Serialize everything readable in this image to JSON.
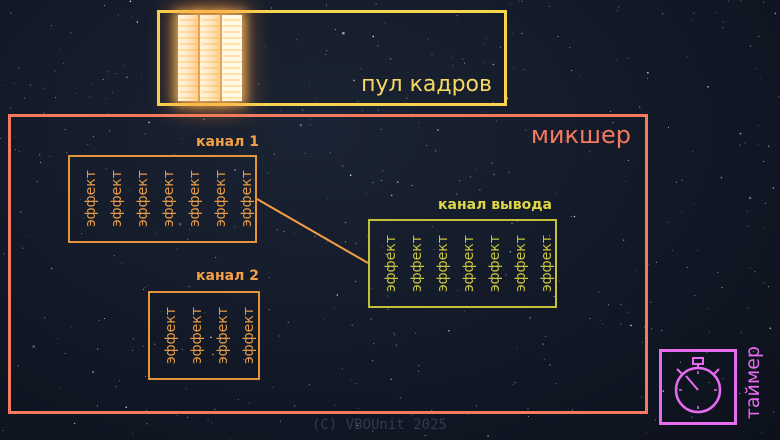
{
  "pool": {
    "label": "пул кадров",
    "frame_count": 3
  },
  "mixer": {
    "label": "микшер"
  },
  "channels": {
    "channel1": {
      "label": "канал 1",
      "effect_label": "эффект",
      "effect_count": 7
    },
    "channel2": {
      "label": "канал 2",
      "effect_label": "эффект",
      "effect_count": 4
    },
    "output": {
      "label": "канал вывода",
      "effect_label": "эффект",
      "effect_count": 7
    }
  },
  "timer": {
    "label": "таймер"
  },
  "footer": {
    "copyright": "(C) VBOUnit 2025"
  },
  "colors": {
    "pool": "#f6d44e",
    "mixer": "#f47a5e",
    "channel": "#e4953a",
    "output": "#c3c03a",
    "timer": "#e76bef"
  }
}
